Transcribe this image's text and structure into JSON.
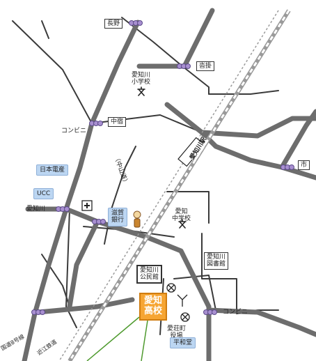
{
  "map": {
    "intersections": {
      "nagano": "長野",
      "kurikake": "沓掛",
      "nakajuku": "中宿",
      "ichi": "市",
      "aichigawa": "愛知川",
      "konbini_west": "コンビニ",
      "konbini_east": "コンビニ"
    },
    "landmarks": {
      "aichigawa_elementary": "愛知川\n小学校",
      "aichi_junior_high": "愛知\n中学校",
      "aichigawa_library": "愛知川\n図書館",
      "aichigawa_kominkan": "愛知川\n公民館",
      "aisho_town_office": "愛荘町\n役場",
      "aichigawa_station": "愛知川駅",
      "nakasendo": "（中山道）"
    },
    "stores": {
      "nihon_densan": "日本電産",
      "ucc": "UCC",
      "shiga_bank": "滋賀\n銀行",
      "heiwado": "平和堂"
    },
    "target": {
      "school": "愛知\n高校"
    },
    "road_labels": {
      "route8": "国道8号線",
      "railway": "近江鉄道"
    },
    "colors": {
      "road": "#6d6d6d",
      "road_outline": "#3a3a3a",
      "intersection_marker": "#a88fd0",
      "store_box": "#bcd6f2",
      "school_box": "#f6a533",
      "pointer_lines": "#4e9a2e"
    }
  }
}
